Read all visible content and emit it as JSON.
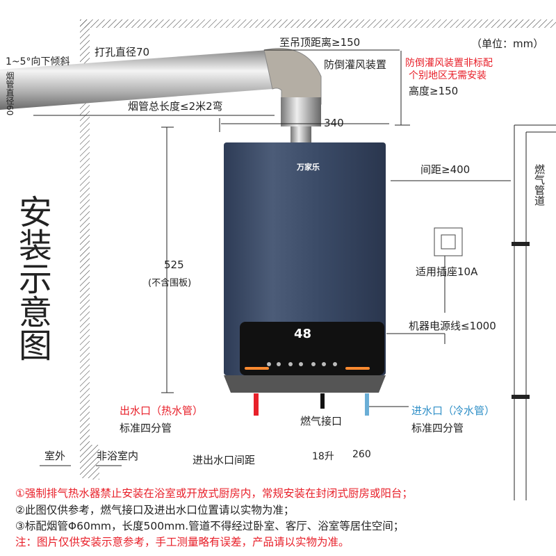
{
  "title": "安装示意图",
  "unit": "（单位：mm）",
  "brand": "万家乐",
  "display_temp": "48",
  "labels": {
    "tilt": "1~5°向下倾斜",
    "hole": "打孔直径70",
    "pipe_diameter": "烟管直径60",
    "ceiling_distance": "至吊顶距离≥150",
    "anti_backdraft": "防倒灌风装置",
    "anti_backdraft_note_1": "防倒灌风装置非标配",
    "anti_backdraft_note_2": "个别地区无需安装",
    "height": "高度≥150",
    "pipe_length": "烟管总长度≤2米2弯",
    "width": "340",
    "spacing": "间距≥400",
    "gas_pipe": "燃气管道",
    "height_525": "525",
    "height_note": "(不含围板)",
    "socket": "适用插座10A",
    "power_cord": "机器电源线≤1000",
    "outlet": "出水口（热水管）",
    "outlet_std": "标准四分管",
    "gas_inlet": "燃气接口",
    "inlet": "进水口（冷水管）",
    "inlet_std": "标准四分管",
    "outdoor": "室外",
    "indoor": "非浴室内",
    "water_spacing": "进出水口间距",
    "model": "18升",
    "model_spacing": "260"
  },
  "notes": [
    "①强制排气热水器禁止安装在浴室或开放式厨房内，常规安装在封闭式厨房或阳台；",
    "②此图仅供参考，燃气接口及进出水口位置请以实物为准；",
    "③标配烟管Φ60mm，长度500mm.管道不得经过卧室、客厅、浴室等居住空间；",
    "注：图片仅供安装示意参考，手工测量略有误差，产品请以实物为准。"
  ],
  "colors": {
    "red": "#e8202a",
    "blue": "#2f8fc7",
    "heater": "#3a4a66"
  }
}
